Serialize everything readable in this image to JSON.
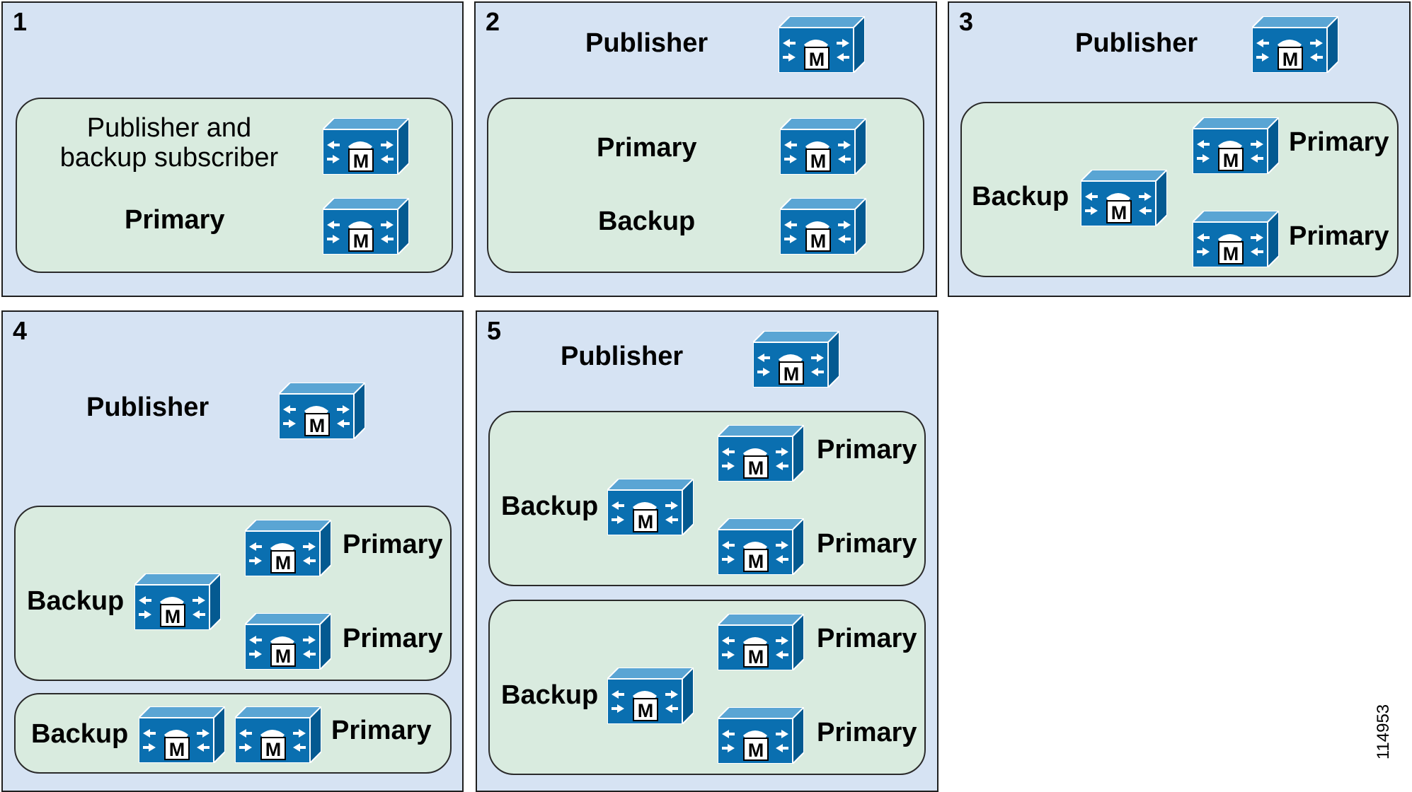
{
  "colors": {
    "panel": "#d6e3f3",
    "group": "#d9ebdf",
    "server": "#0a6fb0"
  },
  "icon": "cisco-unified-communications-manager-icon",
  "icon_letter": "M",
  "labels": {
    "publisher": "Publisher",
    "primary": "Primary",
    "backup": "Backup",
    "publisher_and_backup": "Publisher and backup subscriber"
  },
  "panels": [
    {
      "number": "1"
    },
    {
      "number": "2"
    },
    {
      "number": "3"
    },
    {
      "number": "4"
    },
    {
      "number": "5"
    }
  ],
  "figure_number": "114953"
}
